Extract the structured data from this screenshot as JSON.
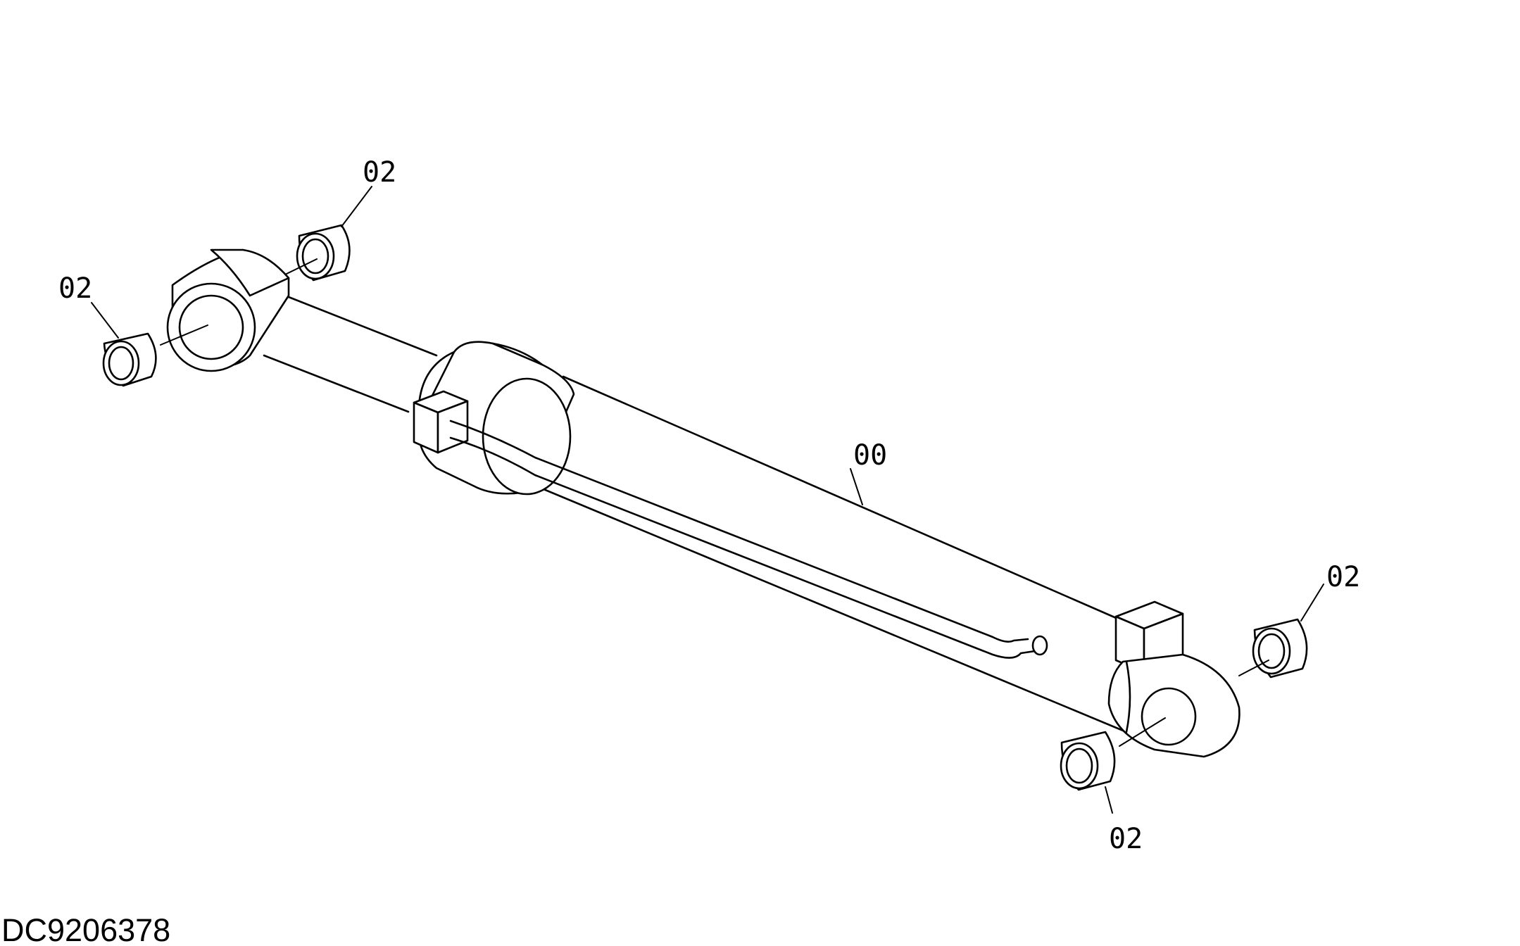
{
  "callouts": {
    "cylinder_assembly": "00",
    "bushing_rod_end_top": "02",
    "bushing_rod_end_left": "02",
    "bushing_bottom_right": "02",
    "bushing_bottom_lower": "02"
  },
  "drawing_id": "DC9206378"
}
